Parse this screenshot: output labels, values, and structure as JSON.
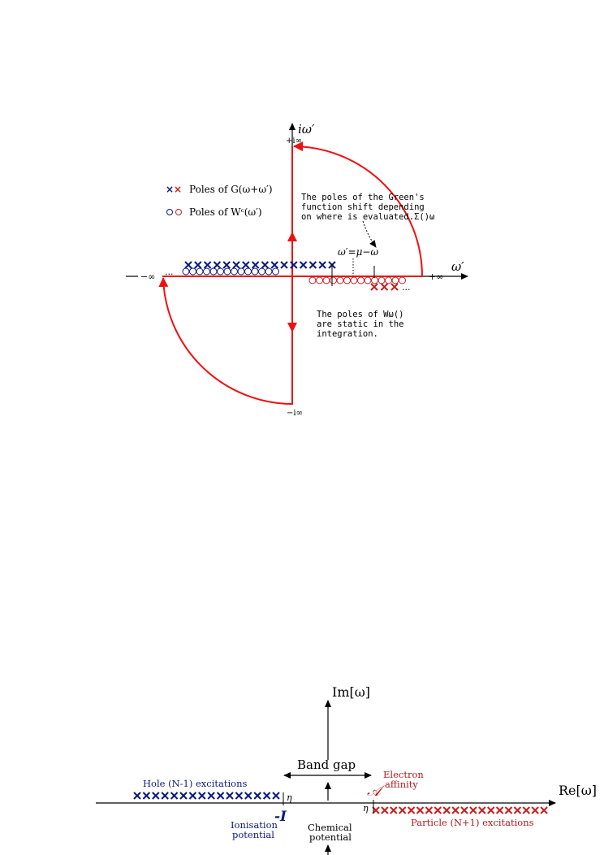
{
  "diagram1": {
    "y_axis_label": "iω′",
    "y_top": "+i∞",
    "y_bottom": "−i∞",
    "x_axis_label": "ω′",
    "x_left": "−∞",
    "x_right": "+∞",
    "legend": [
      {
        "marker": "××",
        "text": "Poles of G(ω+ω′)"
      },
      {
        "marker": "○○",
        "text": "Poles of Wᶜ(ω′)"
      }
    ],
    "note_green": [
      "The poles of the Green's",
      "function shift depending",
      "on where  is evaluated.Σ()ω"
    ],
    "note_w": [
      "The poles of Wω()",
      "are static in the",
      "integration."
    ],
    "shift_label": "ω′=μ−ω",
    "dots": "...",
    "colors": {
      "blue": "#0a1a80",
      "red": "#c81e1e",
      "contour": "#ee1111"
    }
  },
  "diagram2": {
    "y_axis_label": "Im[ω]",
    "x_axis_label": "Re[ω]",
    "band_gap": "Band gap",
    "hole_label": "Hole (N-1) excitations",
    "particle_label": "Particle (N+1) excitations",
    "electron_affinity": [
      "Electron",
      "affinity"
    ],
    "affinity_symbol": "𝒜",
    "ionisation_symbol": "-I",
    "ionisation_label": [
      "Ionisation",
      "potential"
    ],
    "chemical_potential": [
      "Chemical",
      "potential"
    ],
    "eta": "η"
  }
}
